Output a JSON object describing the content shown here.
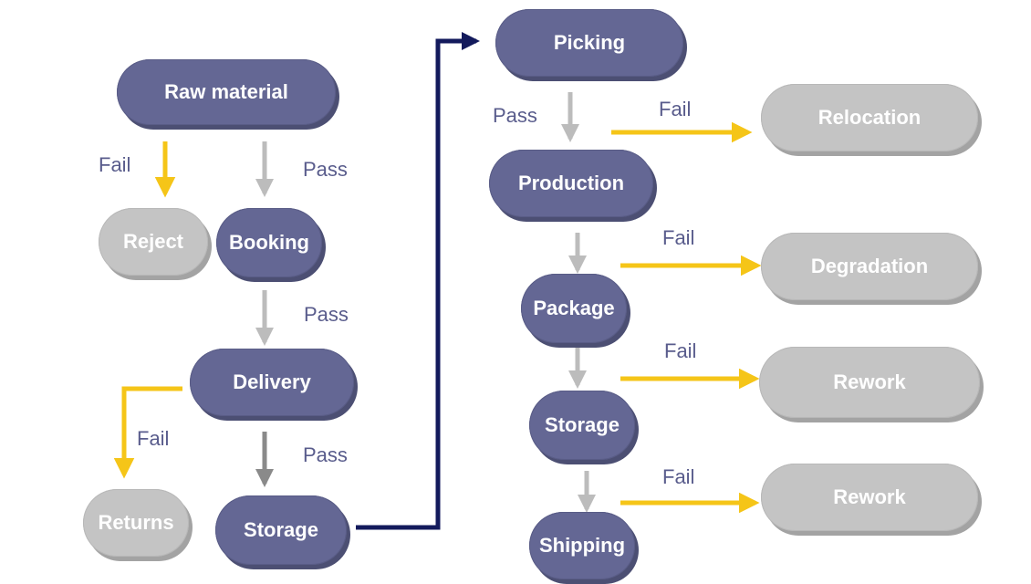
{
  "nodes": {
    "raw_material": "Raw material",
    "reject": "Reject",
    "booking": "Booking",
    "delivery": "Delivery",
    "returns": "Returns",
    "storage_left": "Storage",
    "picking": "Picking",
    "production": "Production",
    "relocation": "Relocation",
    "package": "Package",
    "degradation": "Degradation",
    "storage_right": "Storage",
    "rework_1": "Rework",
    "shipping": "Shipping",
    "rework_2": "Rework"
  },
  "labels": {
    "fail": "Fail",
    "pass": "Pass"
  },
  "colors": {
    "pass_node": "#646794",
    "fail_node": "#c4c4c4",
    "fail_arrow": "#f5c518",
    "pass_arrow": "#bcbcbc",
    "pass_arrow_dark": "#8a8a8a",
    "connector": "#131a5c",
    "label_text": "#595c8c"
  }
}
